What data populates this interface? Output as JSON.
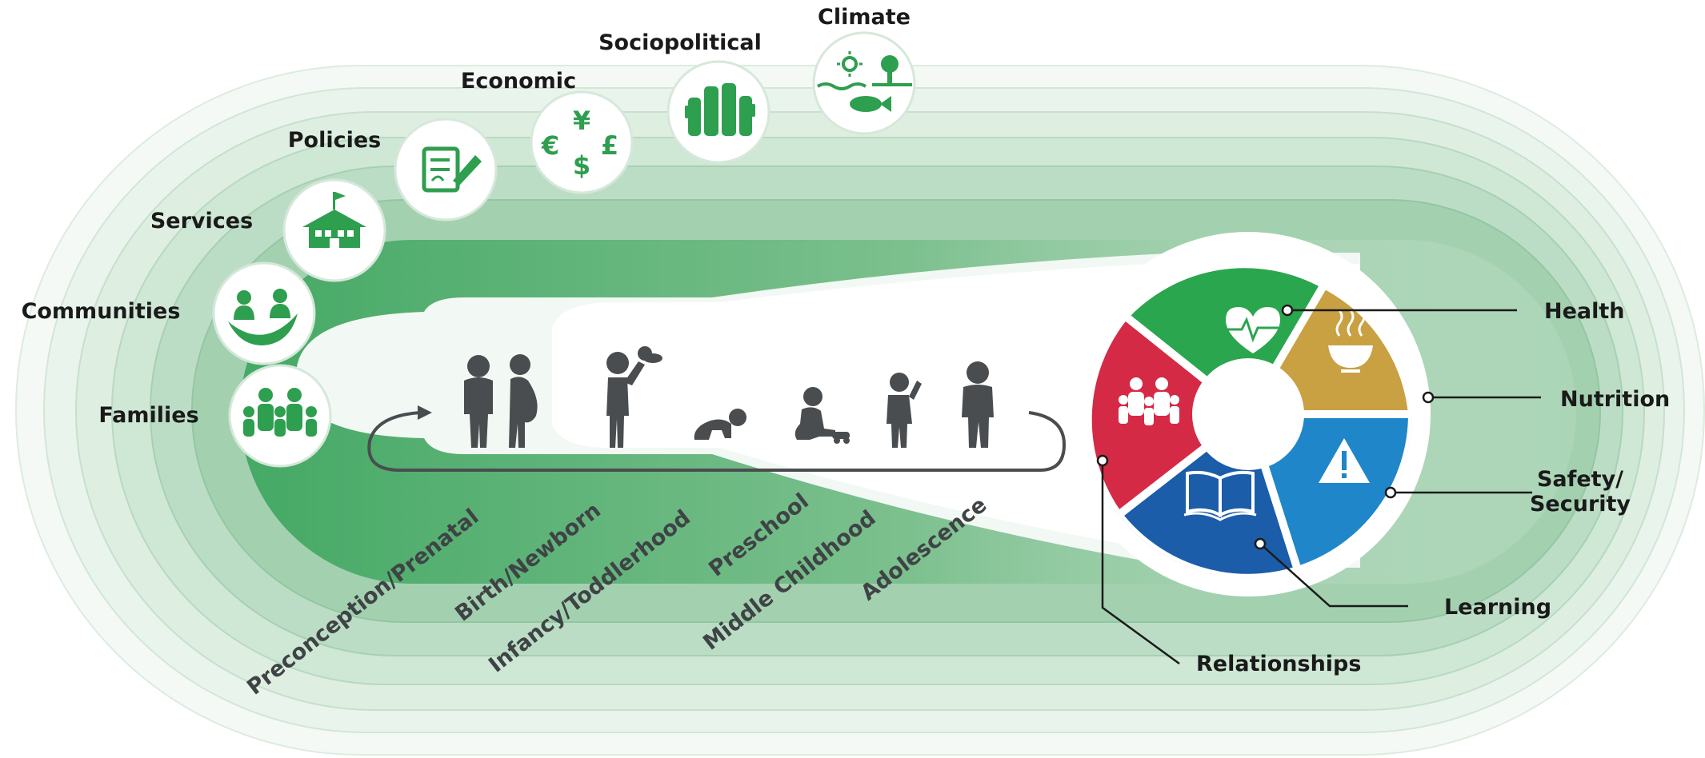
{
  "levels": [
    {
      "key": "climate",
      "label": "Climate",
      "icon": "climate-icon"
    },
    {
      "key": "sociopolitical",
      "label": "Sociopolitical",
      "icon": "raised-hands-icon"
    },
    {
      "key": "economic",
      "label": "Economic",
      "icon": "currency-icon"
    },
    {
      "key": "policies",
      "label": "Policies",
      "icon": "policy-document-icon"
    },
    {
      "key": "services",
      "label": "Services",
      "icon": "school-building-icon"
    },
    {
      "key": "communities",
      "label": "Communities",
      "icon": "community-icon"
    },
    {
      "key": "families",
      "label": "Families",
      "icon": "family-icon"
    }
  ],
  "stages": [
    "Preconception/Prenatal",
    "Birth/Newborn",
    "Infancy/Toddlerhood",
    "Preschool",
    "Middle Childhood",
    "Adolescence"
  ],
  "domains": [
    {
      "key": "health",
      "label": "Health",
      "color": "#2aa64e",
      "icon": "heart-monitor-icon"
    },
    {
      "key": "nutrition",
      "label": "Nutrition",
      "color": "#c9a042",
      "icon": "steaming-bowl-icon"
    },
    {
      "key": "safety",
      "label_line1": "Safety/",
      "label_line2": "Security",
      "color": "#1e86c9",
      "icon": "warning-icon"
    },
    {
      "key": "learning",
      "label": "Learning",
      "color": "#1b5da8",
      "icon": "open-book-icon"
    },
    {
      "key": "relationships",
      "label": "Relationships",
      "color": "#d42a45",
      "icon": "family-group-icon"
    }
  ],
  "colors": {
    "green": "#2e9e4f",
    "ring_dark": "#7fc08e",
    "ring_light": "#eef6ef",
    "figure": "#4a4d50"
  },
  "currency_symbols": {
    "yen": "¥",
    "euro": "€",
    "pound": "£",
    "dollar": "$"
  }
}
